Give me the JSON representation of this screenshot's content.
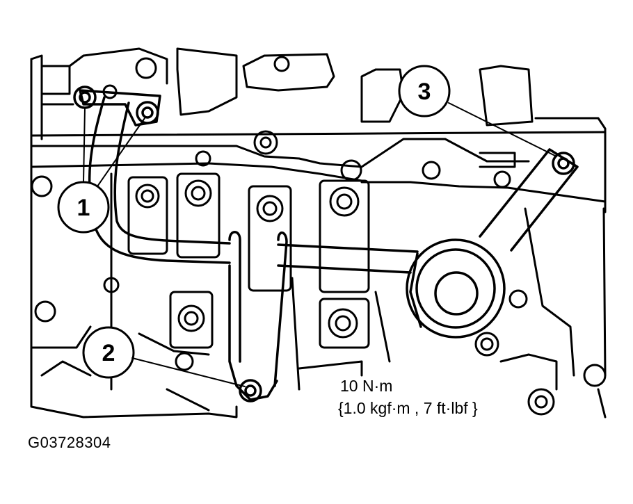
{
  "callouts": [
    {
      "id": "1",
      "label": "1"
    },
    {
      "id": "2",
      "label": "2"
    },
    {
      "id": "3",
      "label": "3"
    }
  ],
  "torque": {
    "line1": "10 N·m",
    "line2": "{1.0 kgf·m , 7 ft·lbf }"
  },
  "figure_code": "G03728304"
}
